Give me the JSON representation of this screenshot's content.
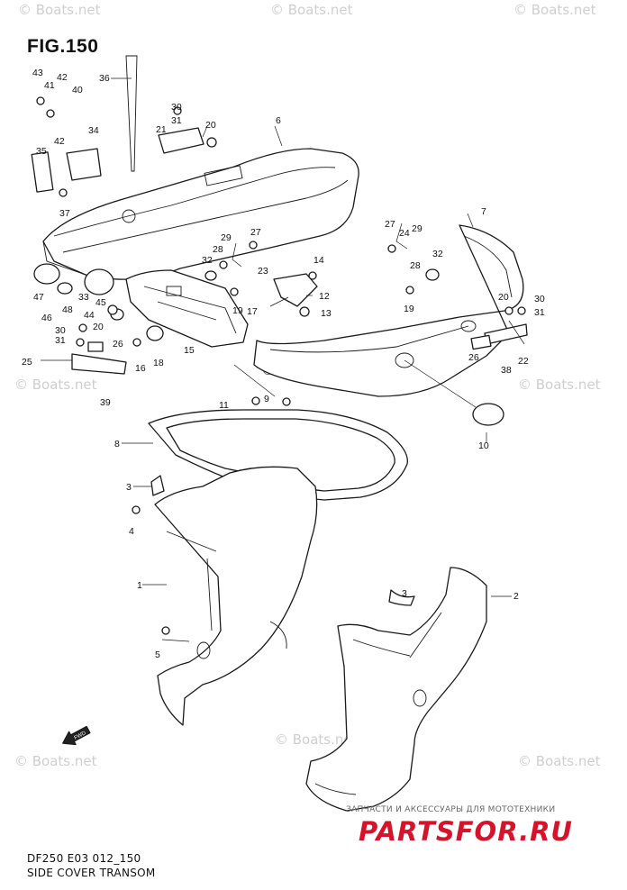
{
  "figure": {
    "title": "FIG.150",
    "model_code": "DF250 E03 012_150",
    "caption": "SIDE COVER TRANSOM"
  },
  "watermarks": {
    "text": "© Boats.net",
    "center_text": "© Boats.net"
  },
  "promo": {
    "tagline": "ЗАПЧАСТИ И АКСЕССУАРЫ ДЛЯ МОТОТЕХНИКИ",
    "logo": "PARTSFOR.RU",
    "logo_color": "#d6132a"
  },
  "callouts": [
    {
      "id": "c43",
      "label": "43"
    },
    {
      "id": "c41",
      "label": "41"
    },
    {
      "id": "c42a",
      "label": "42"
    },
    {
      "id": "c40",
      "label": "40"
    },
    {
      "id": "c36",
      "label": "36"
    },
    {
      "id": "c42b",
      "label": "42"
    },
    {
      "id": "c34",
      "label": "34"
    },
    {
      "id": "c35",
      "label": "35"
    },
    {
      "id": "c37",
      "label": "37"
    },
    {
      "id": "c30a",
      "label": "30"
    },
    {
      "id": "c31a",
      "label": "31"
    },
    {
      "id": "c21",
      "label": "21"
    },
    {
      "id": "c20a",
      "label": "20"
    },
    {
      "id": "c6",
      "label": "6"
    },
    {
      "id": "c24",
      "label": "24"
    },
    {
      "id": "c7",
      "label": "7"
    },
    {
      "id": "c27a",
      "label": "27"
    },
    {
      "id": "c29a",
      "label": "29"
    },
    {
      "id": "c28a",
      "label": "28"
    },
    {
      "id": "c32a",
      "label": "32"
    },
    {
      "id": "c29b",
      "label": "29"
    },
    {
      "id": "c27b",
      "label": "27"
    },
    {
      "id": "c28b",
      "label": "28"
    },
    {
      "id": "c32b",
      "label": "32"
    },
    {
      "id": "c23",
      "label": "23"
    },
    {
      "id": "c14",
      "label": "14"
    },
    {
      "id": "c47",
      "label": "47"
    },
    {
      "id": "c33",
      "label": "33"
    },
    {
      "id": "c48",
      "label": "48"
    },
    {
      "id": "c45",
      "label": "45"
    },
    {
      "id": "c12",
      "label": "12"
    },
    {
      "id": "c46",
      "label": "46"
    },
    {
      "id": "c44",
      "label": "44"
    },
    {
      "id": "c19a",
      "label": "19"
    },
    {
      "id": "c17",
      "label": "17"
    },
    {
      "id": "c13",
      "label": "13"
    },
    {
      "id": "c19b",
      "label": "19"
    },
    {
      "id": "c20b",
      "label": "20"
    },
    {
      "id": "c30b",
      "label": "30"
    },
    {
      "id": "c31b",
      "label": "31"
    },
    {
      "id": "c20c",
      "label": "20"
    },
    {
      "id": "c30c",
      "label": "30"
    },
    {
      "id": "c31c",
      "label": "31"
    },
    {
      "id": "c26a",
      "label": "26"
    },
    {
      "id": "c15",
      "label": "15"
    },
    {
      "id": "c25",
      "label": "25"
    },
    {
      "id": "c16",
      "label": "16"
    },
    {
      "id": "c18",
      "label": "18"
    },
    {
      "id": "c26b",
      "label": "26"
    },
    {
      "id": "c38",
      "label": "38"
    },
    {
      "id": "c22",
      "label": "22"
    },
    {
      "id": "c39",
      "label": "39"
    },
    {
      "id": "c11",
      "label": "11"
    },
    {
      "id": "c9",
      "label": "9"
    },
    {
      "id": "c10",
      "label": "10"
    },
    {
      "id": "c8",
      "label": "8"
    },
    {
      "id": "c3a",
      "label": "3"
    },
    {
      "id": "c4",
      "label": "4"
    },
    {
      "id": "c1",
      "label": "1"
    },
    {
      "id": "c3b",
      "label": "3"
    },
    {
      "id": "c2",
      "label": "2"
    },
    {
      "id": "c5",
      "label": "5"
    }
  ],
  "icons": {
    "fwd_arrow": "fwd-arrow-icon"
  }
}
